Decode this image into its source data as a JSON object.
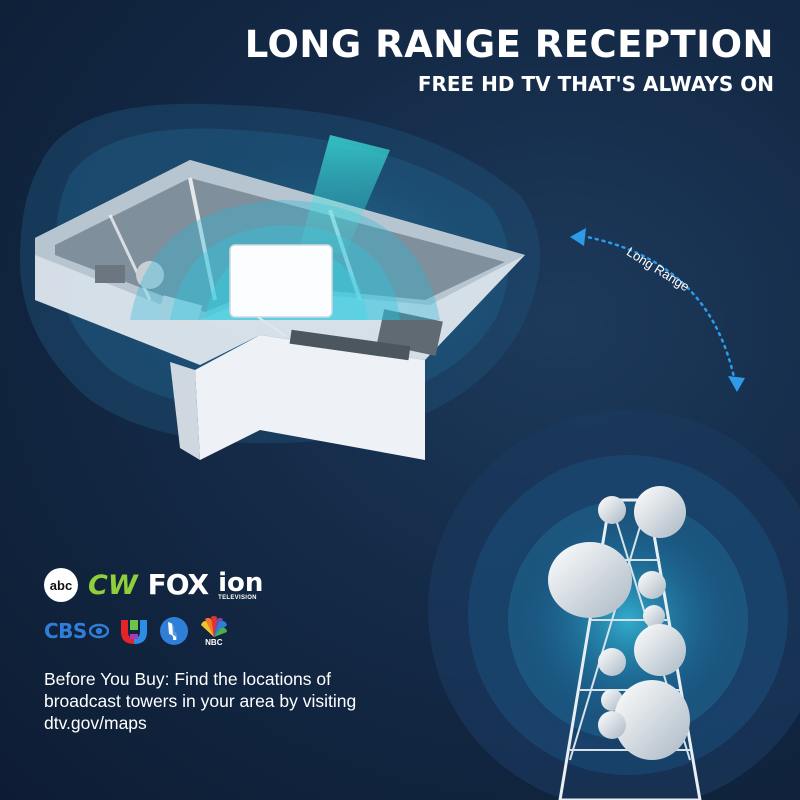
{
  "header": {
    "title": "LONG RANGE RECEPTION",
    "subtitle": "FREE HD TV THAT'S ALWAYS ON"
  },
  "range_indicator": {
    "label": "Long Range"
  },
  "logos": {
    "abc": "abc",
    "cw": "CW",
    "fox": "FOX",
    "ion": "ion",
    "ion_sub": "TELEVISION",
    "cbs": "CBS",
    "nbc": "NBC"
  },
  "notice": {
    "text": "Before You Buy: Find the locations of broadcast towers in your area by visiting dtv.gov/maps"
  },
  "colors": {
    "background": "#142a47",
    "wave": "#2fc4de",
    "arrow": "#2f9be8",
    "cw_green": "#8fd03a",
    "cbs_blue": "#2f7fd8"
  }
}
